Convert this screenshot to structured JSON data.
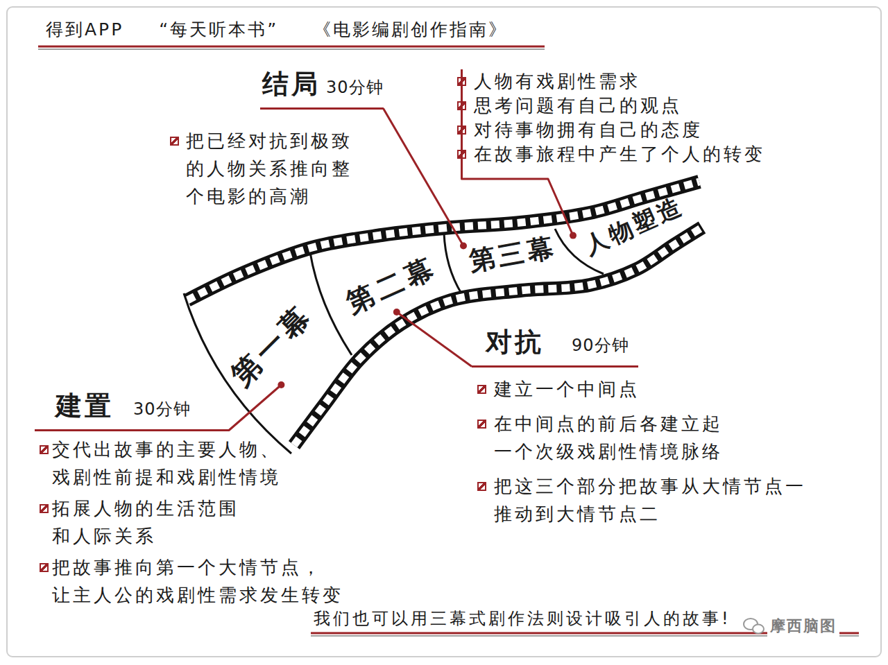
{
  "diagram": {
    "title": "得到APP “每天听本书” 《电影编剧创作指南》",
    "caption": "我们也可以用三幕式剧作法则设计吸引人的故事!",
    "nodes": [
      {
        "text": [
          "第一幕"
        ]
      },
      {
        "text": [
          "第二幕"
        ]
      },
      {
        "text": [
          "第三幕"
        ]
      },
      {
        "text": [
          "人物塑造"
        ]
      },
      {
        "text": [
          "建置",
          "30分钟",
          "交代出故事的主要人物、 戏剧性前提和戏剧性情境",
          "拓展人物的生活范围 和人际关系",
          "把故事推向第一个大情节点， 让主人公的戏剧性需求发生转变"
        ]
      },
      {
        "text": [
          "对抗",
          "90分钟",
          "建立一个中间点",
          "在中间点的前后各建立起 一个次级戏剧性情境脉络",
          "把这三个部分把故事从大情节点一 推动到大情节点二"
        ]
      },
      {
        "text": [
          "结局",
          "30分钟",
          "把已经对抗到极致 的人物关系推向整 个电影的高潮"
        ]
      },
      {
        "text": [
          "人物有戏剧性需求",
          "思考问题有自己的观点",
          "对待事物拥有自己的态度",
          "在故事旅程中产生了个人的转变"
        ]
      }
    ],
    "edges": [
      {
        "from": 0,
        "to": 4,
        "arrow": "none"
      },
      {
        "from": 1,
        "to": 5,
        "arrow": "none"
      },
      {
        "from": 2,
        "to": 6,
        "arrow": "none"
      },
      {
        "from": 3,
        "to": 7,
        "arrow": "none"
      }
    ],
    "labels": [
      "摩西脑图"
    ]
  }
}
